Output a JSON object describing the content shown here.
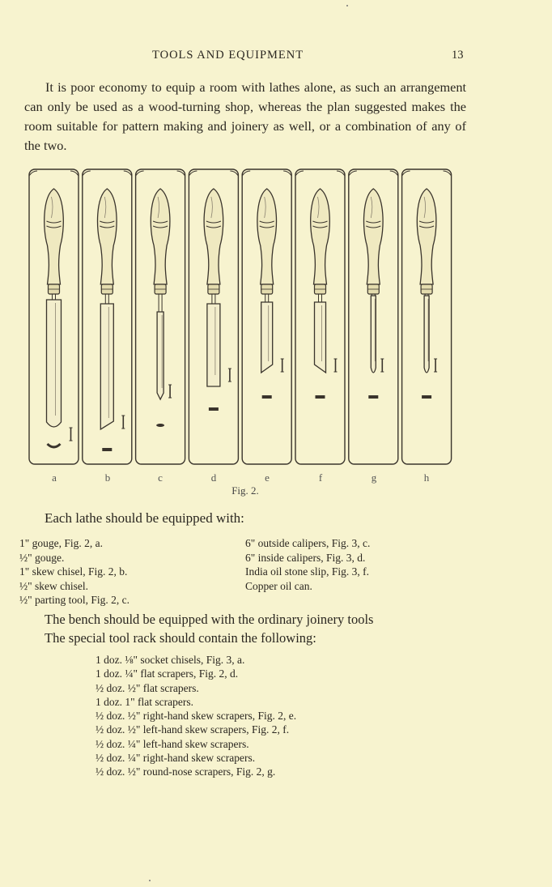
{
  "header": {
    "running_title": "TOOLS AND EQUIPMENT",
    "page_number": "13"
  },
  "intro": "It is poor economy to equip a room with lathes alone, as such an arrangement can only be used as a wood-turning shop, whereas the plan suggested makes the room suitable for pattern making and joinery as well, or a combination of any of the two.",
  "figure": {
    "letters": [
      "a",
      "b",
      "c",
      "d",
      "e",
      "f",
      "g",
      "h"
    ],
    "caption": "Fig. 2."
  },
  "lathe_section": {
    "heading": "Each lathe should be equipped with:",
    "left_items": [
      "1\" gouge, Fig. 2, a.",
      "½\" gouge.",
      "1\" skew chisel, Fig. 2, b.",
      "½\" skew chisel.",
      "½\" parting tool, Fig. 2, c."
    ],
    "right_items": [
      "6\" outside calipers, Fig. 3, c.",
      "6\" inside calipers, Fig. 3, d.",
      "India oil stone slip, Fig. 3, f.",
      "Copper oil can."
    ]
  },
  "bench_section": {
    "line1": "The bench should be equipped with the ordinary joinery tools",
    "line2": "The special tool rack should contain the following:"
  },
  "rack_items": [
    "1 doz. ⅛\" socket chisels, Fig. 3, a.",
    "1 doz. ¼\" flat scrapers, Fig. 2, d.",
    "½ doz. ½\" flat scrapers.",
    "1 doz. 1\" flat scrapers.",
    "½ doz. ½\" right-hand skew scrapers, Fig. 2, e.",
    "½ doz. ½\" left-hand skew scrapers, Fig. 2, f.",
    "½ doz. ¼\" left-hand skew scrapers.",
    "½ doz. ¼\" right-hand skew scrapers.",
    "½ doz. ½\" round-nose scrapers, Fig. 2, g."
  ]
}
